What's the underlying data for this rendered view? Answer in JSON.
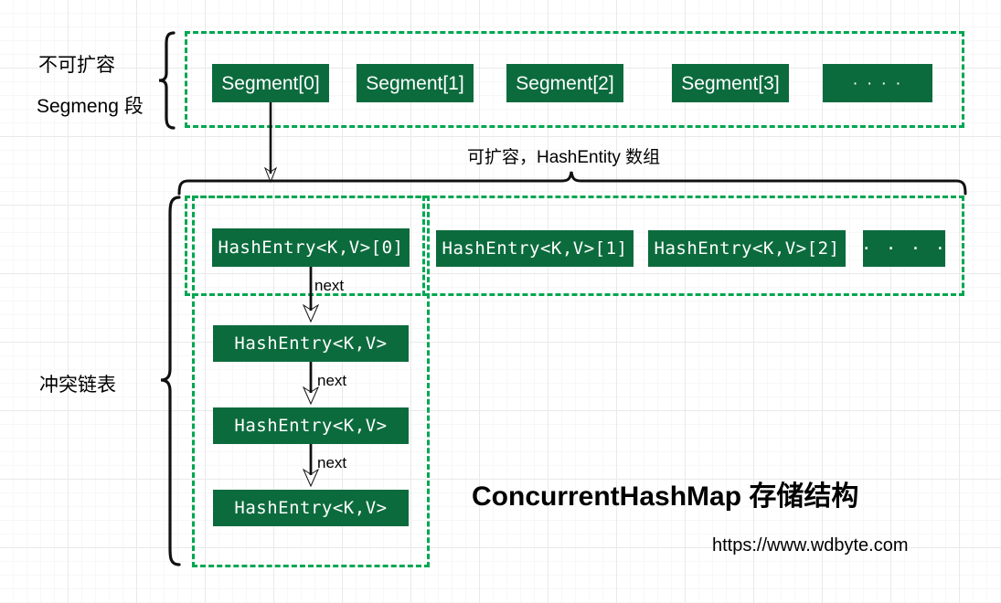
{
  "page": {
    "title": "ConcurrentHashMap 存储结构",
    "url": "https://www.wdbyte.com",
    "accent_green": "#0c6b3d",
    "dashed_green": "#00a651",
    "background": "#ffffff",
    "grid_minor": "#f7f7f7",
    "grid_major": "#e9e9e9",
    "text_color": "#000000"
  },
  "labels": {
    "segment_group_line1": "不可扩容",
    "segment_group_line2": "Segmeng 段",
    "array_caption": "可扩容，HashEntity 数组",
    "chain_group": "冲突链表",
    "next_1": "next",
    "next_2": "next",
    "next_3": "next"
  },
  "segments": {
    "items": [
      {
        "label": "Segment[0]"
      },
      {
        "label": "Segment[1]"
      },
      {
        "label": "Segment[2]"
      },
      {
        "label": "Segment[3]"
      },
      {
        "label": "· · · ·"
      }
    ]
  },
  "hash_entry_array": {
    "items": [
      {
        "label": "HashEntry<K,V>[0]"
      },
      {
        "label": "HashEntry<K,V>[1]"
      },
      {
        "label": "HashEntry<K,V>[2]"
      },
      {
        "label": "· · · ·"
      }
    ]
  },
  "chain": {
    "nodes": [
      {
        "label": "HashEntry<K,V>"
      },
      {
        "label": "HashEntry<K,V>"
      },
      {
        "label": "HashEntry<K,V>"
      }
    ]
  }
}
